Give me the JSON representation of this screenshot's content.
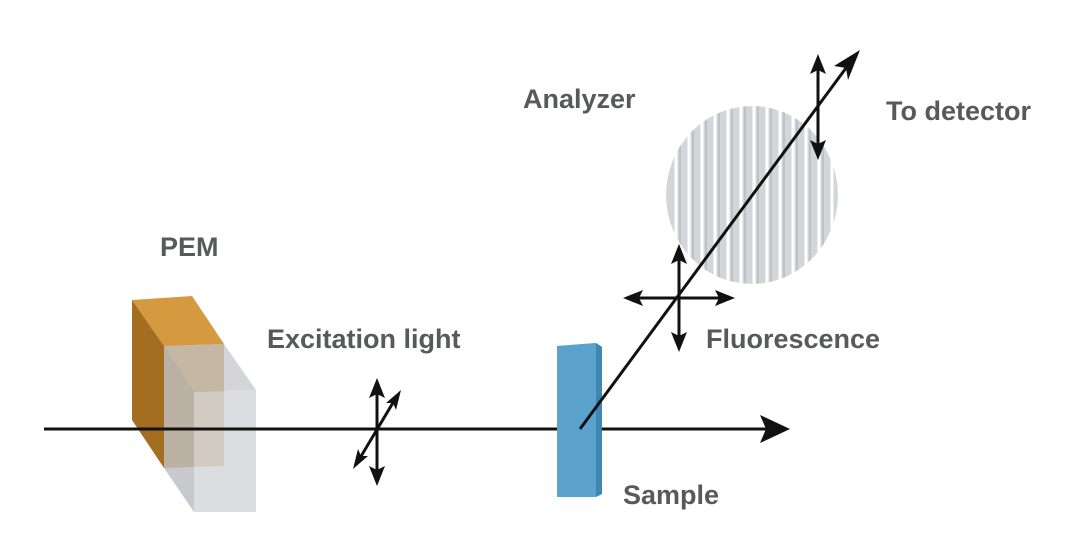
{
  "labels": {
    "pem": "PEM",
    "excitation_light": "Excitation light",
    "analyzer": "Analyzer",
    "to_detector": "To detector",
    "fluorescence": "Fluorescence",
    "sample": "Sample"
  },
  "colors": {
    "label_text": "#58595b",
    "beam": "#111111",
    "pem_orange": "#c4882e",
    "pem_orange_side": "#a06a1e",
    "pem_glass": "#c9ccd1",
    "sample_blue": "#5ba3cc",
    "sample_blue_dark": "#3f86b0",
    "analyzer_gray": "#d3d5d8",
    "analyzer_stripe": "#ffffff"
  }
}
